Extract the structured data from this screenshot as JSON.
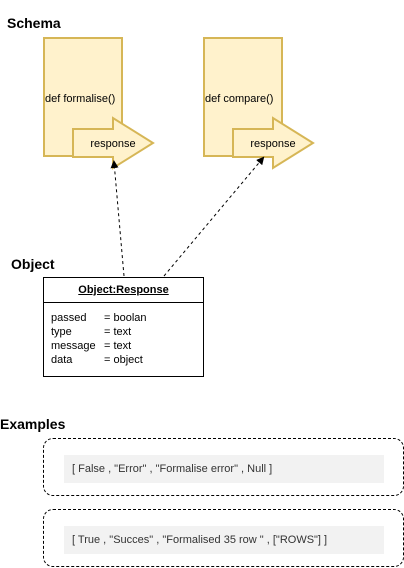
{
  "schema": {
    "title": "Schema",
    "functions": [
      {
        "label": "def formalise()",
        "output_label": "response"
      },
      {
        "label": "def compare()",
        "output_label": "response"
      }
    ]
  },
  "object": {
    "title": "Object",
    "header": "Object:Response",
    "fields": [
      {
        "key": "passed",
        "value": "= boolan"
      },
      {
        "key": "type",
        "value": "= text"
      },
      {
        "key": "message",
        "value": "= text"
      },
      {
        "key": "data",
        "value": "= object"
      }
    ]
  },
  "examples": {
    "title": "Examples",
    "items": [
      "[ False , \"Error\" , \"Formalise error\" , Null ]",
      "[ True , \"Succes\" , \"Formalised 35 row \" , [\"ROWS\"] ]"
    ]
  },
  "colors": {
    "function_fill": "#fff2cc",
    "function_stroke": "#d6b656"
  }
}
